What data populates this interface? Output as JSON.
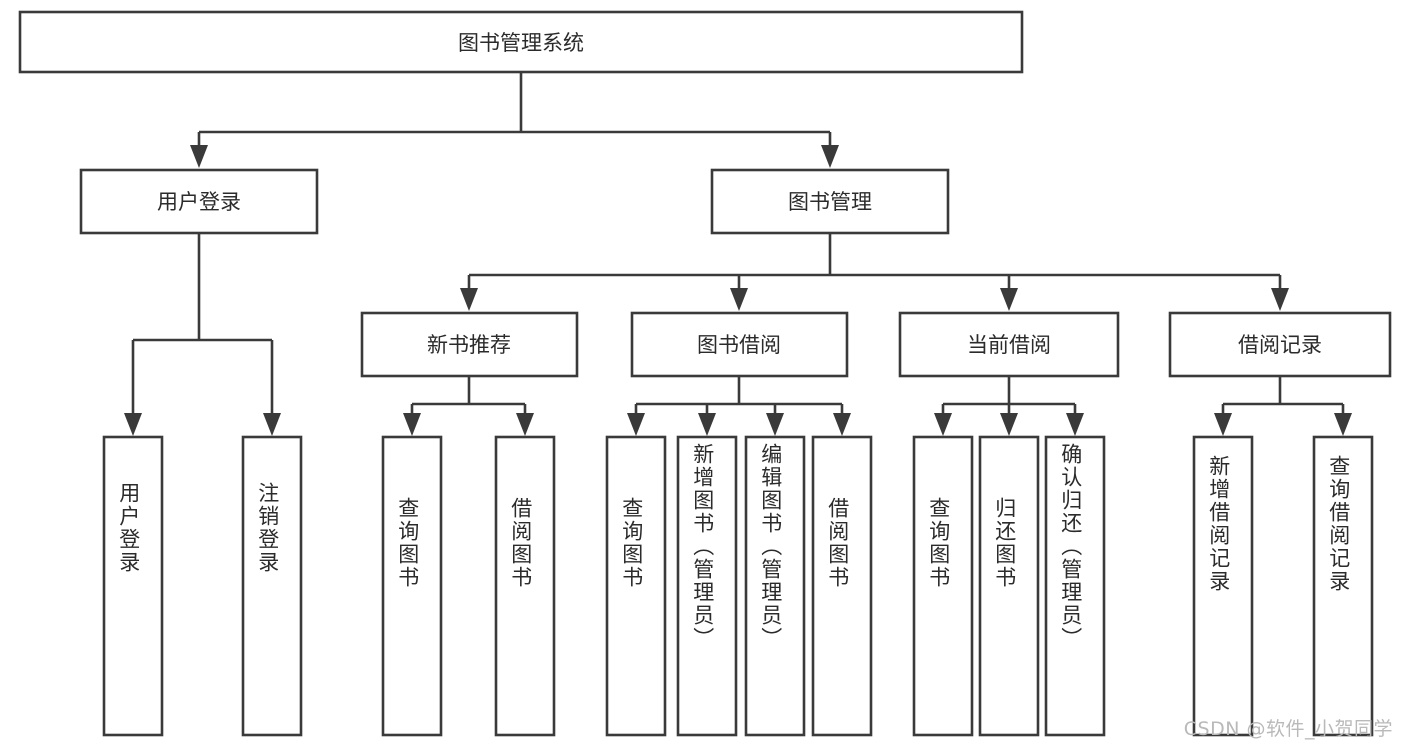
{
  "diagram": {
    "title": "图书管理系统",
    "type": "tree",
    "root": {
      "id": "root",
      "label": "图书管理系统",
      "orientation": "horizontal"
    },
    "level2": [
      {
        "id": "user-login",
        "label": "用户登录",
        "orientation": "horizontal"
      },
      {
        "id": "book-management",
        "label": "图书管理",
        "orientation": "horizontal"
      }
    ],
    "level3": [
      {
        "id": "new-book-recommend",
        "label": "新书推荐",
        "parent": "book-management",
        "orientation": "horizontal"
      },
      {
        "id": "book-borrow",
        "label": "图书借阅",
        "parent": "book-management",
        "orientation": "horizontal"
      },
      {
        "id": "current-borrow",
        "label": "当前借阅",
        "parent": "book-management",
        "orientation": "horizontal"
      },
      {
        "id": "borrow-record",
        "label": "借阅记录",
        "parent": "book-management",
        "orientation": "horizontal"
      }
    ],
    "leaves": [
      {
        "id": "leaf-user-login",
        "label": "用户登录",
        "parent": "user-login",
        "orientation": "vertical"
      },
      {
        "id": "leaf-logout-login",
        "label": "注销登录",
        "parent": "user-login",
        "orientation": "vertical"
      },
      {
        "id": "leaf-query-book-1",
        "label": "查询图书",
        "parent": "new-book-recommend",
        "orientation": "vertical"
      },
      {
        "id": "leaf-borrow-book-1",
        "label": "借阅图书",
        "parent": "new-book-recommend",
        "orientation": "vertical"
      },
      {
        "id": "leaf-query-book-2",
        "label": "查询图书",
        "parent": "book-borrow",
        "orientation": "vertical"
      },
      {
        "id": "leaf-add-book",
        "label": "新增图书（管理员）",
        "parent": "book-borrow",
        "orientation": "vertical"
      },
      {
        "id": "leaf-edit-book",
        "label": "编辑图书（管理员）",
        "parent": "book-borrow",
        "orientation": "vertical"
      },
      {
        "id": "leaf-borrow-book-2",
        "label": "借阅图书",
        "parent": "book-borrow",
        "orientation": "vertical"
      },
      {
        "id": "leaf-query-book-3",
        "label": "查询图书",
        "parent": "current-borrow",
        "orientation": "vertical"
      },
      {
        "id": "leaf-return-book",
        "label": "归还图书",
        "parent": "current-borrow",
        "orientation": "vertical"
      },
      {
        "id": "leaf-confirm-return",
        "label": "确认归还（管理员）",
        "parent": "current-borrow",
        "orientation": "vertical"
      },
      {
        "id": "leaf-add-record",
        "label": "新增借阅记录",
        "parent": "borrow-record",
        "orientation": "vertical"
      },
      {
        "id": "leaf-query-record",
        "label": "查询借阅记录",
        "parent": "borrow-record",
        "orientation": "vertical"
      }
    ],
    "watermark": "CSDN @软件_小贺同学",
    "colors": {
      "stroke": "#3a3a3a",
      "fill": "#ffffff",
      "text": "#2b2b2b",
      "watermark": "#b9b9b9",
      "background": "#ffffff"
    }
  }
}
